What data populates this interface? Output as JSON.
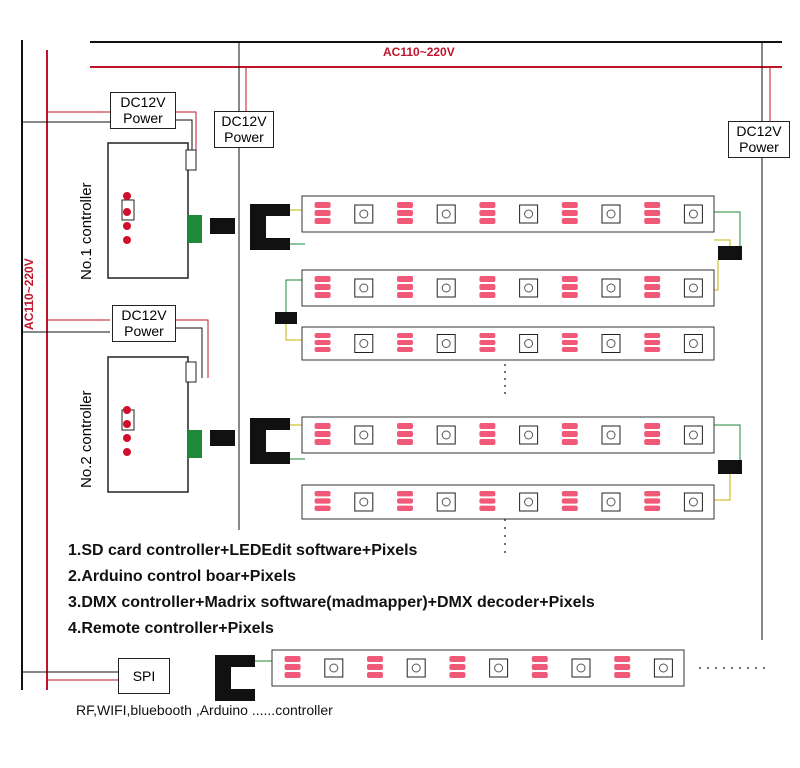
{
  "ac_label_top": "AC110~220V",
  "ac_label_left": "AC110~220V",
  "power": {
    "p1": [
      "DC12V",
      "Power"
    ],
    "p2": [
      "DC12V",
      "Power"
    ],
    "p3": [
      "DC12V",
      "Power"
    ],
    "p4": [
      "DC12V",
      "Power"
    ]
  },
  "controllers": {
    "c1": "No.1 controller",
    "c2": "No.2 controller"
  },
  "legend": [
    "1.SD card controller+LEDEdit software+Pixels",
    "2.Arduino control boar+Pixels",
    "3.DMX controller+Madrix software(madmapper)+DMX decoder+Pixels",
    "4.Remote controller+Pixels"
  ],
  "spi_label": "SPI",
  "footer": "RF,WIFI,bluebooth ,Arduino ......controller",
  "colors": {
    "ac_line": "#c0142a",
    "led_pad": "#f05a78",
    "dot": "#d0102a"
  },
  "icons": [
    "led-strip-icon",
    "connector-plug-icon",
    "controller-device-icon"
  ]
}
